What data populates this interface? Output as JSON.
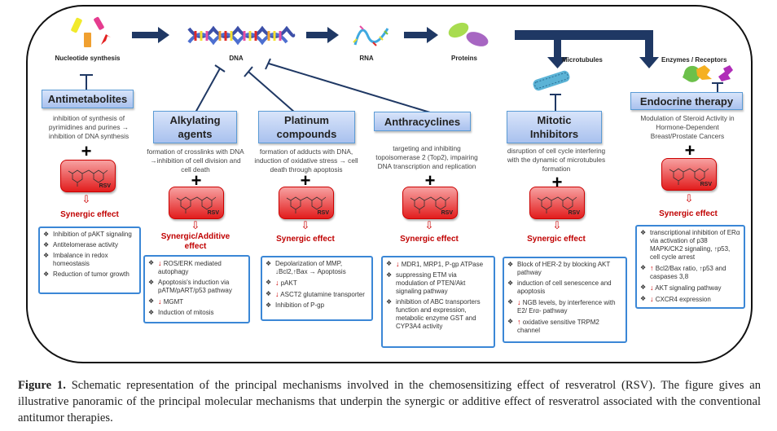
{
  "pathway": {
    "nucleotide": "Nucleotide synthesis",
    "dna": "DNA",
    "rna": "RNA",
    "proteins": "Proteins",
    "microtubules": "Microtubules",
    "enzymes": "Enzymes / Receptors"
  },
  "rsv_label": "RSV",
  "plus": "+",
  "down_arrow": "⇩",
  "bullet": "❖",
  "colors": {
    "arrow": "#1f3864",
    "drug_border": "#5b9bd5",
    "effect": "#c00000",
    "box_border": "#3b87d6"
  },
  "therapies": [
    {
      "name": "Antimetabolites",
      "description": "inhibition of synthesis of pyrimidines and purines → inhibition of DNA synthesis",
      "effect": "Synergic effect",
      "items": [
        {
          "mark": "",
          "text": "Inhibition of pAKT signaling"
        },
        {
          "mark": "",
          "text": "Antitelomerase activity"
        },
        {
          "mark": "",
          "text": "Imbalance in redox homeostasis"
        },
        {
          "mark": "",
          "text": "Reduction of tumor growth"
        }
      ]
    },
    {
      "name": "Alkylating agents",
      "description": "formation of crosslinks with DNA →inhibition of cell division and cell death",
      "effect": "Synergic/Additive effect",
      "items": [
        {
          "mark": "↓",
          "text": "ROS/ERK mediated autophagy"
        },
        {
          "mark": "",
          "text": "Apoptosis's induction via pATM/pART/p53 pathway"
        },
        {
          "mark": "↓",
          "text": "MGMT"
        },
        {
          "mark": "",
          "text": "Induction of mitosis"
        }
      ]
    },
    {
      "name": "Platinum compounds",
      "description": "formation of adducts with DNA, induction of oxidative stress → cell death through apoptosis",
      "effect": "Synergic effect",
      "items": [
        {
          "mark": "",
          "text": "Depolarization of MMP, ↓Bcl2,↑Bax → Apoptosis"
        },
        {
          "mark": "↓",
          "text": "pAKT"
        },
        {
          "mark": "↓",
          "text": "ASCT2 glutamine transporter"
        },
        {
          "mark": "",
          "text": "Inhibition of P-gp"
        }
      ]
    },
    {
      "name": "Anthracyclines",
      "description": "targeting and inhibiting topoisomerase 2 (Top2), impairing DNA transcription and replication",
      "effect": "Synergic effect",
      "items": [
        {
          "mark": "↓",
          "text": "MDR1, MRP1, P-gp ATPase"
        },
        {
          "mark": "",
          "text": "suppressing ETM via modulation of PTEN/Akt signaling pathway"
        },
        {
          "mark": "",
          "text": "inhibition of ABC transporters function and expression, metabolic enzyme GST and CYP3A4 activity"
        }
      ]
    },
    {
      "name": "Mitotic Inhibitors",
      "description": "disruption of cell cycle interfering with the dynamic of microtubules formation",
      "effect": "Synergic effect",
      "items": [
        {
          "mark": "",
          "text": "Block of HER-2 by blocking AKT pathway"
        },
        {
          "mark": "",
          "text": "induction of cell senescence and apoptosis"
        },
        {
          "mark": "↓",
          "text": "NGB levels, by interference with E2/ Erα- pathway"
        },
        {
          "mark": "↑",
          "text": "oxidative sensitive TRPM2 channel"
        }
      ]
    },
    {
      "name": "Endocrine therapy",
      "description": "Modulation of Steroid Activity in Hormone-Dependent Breast/Prostate Cancers",
      "effect": "Synergic effect",
      "items": [
        {
          "mark": "",
          "text": "transcriptional inhibition of ERα via activation of p38 MAPK/CK2 signaling, ↑p53, cell cycle arrest"
        },
        {
          "mark": "↑",
          "text": "Bcl2/Bax ratio, ↑p53 and caspases 3,8"
        },
        {
          "mark": "↓",
          "text": "AKT signaling pathway"
        },
        {
          "mark": "↓",
          "text": "CXCR4 expression"
        }
      ]
    }
  ],
  "caption": {
    "label": "Figure 1.",
    "text": " Schematic representation of the principal mechanisms involved in the chemosensitizing effect of resveratrol (RSV). The figure gives an illustrative panoramic of the principal molecular mechanisms that underpin the synergic or additive effect of resveratrol associated with the conventional antitumor therapies."
  }
}
